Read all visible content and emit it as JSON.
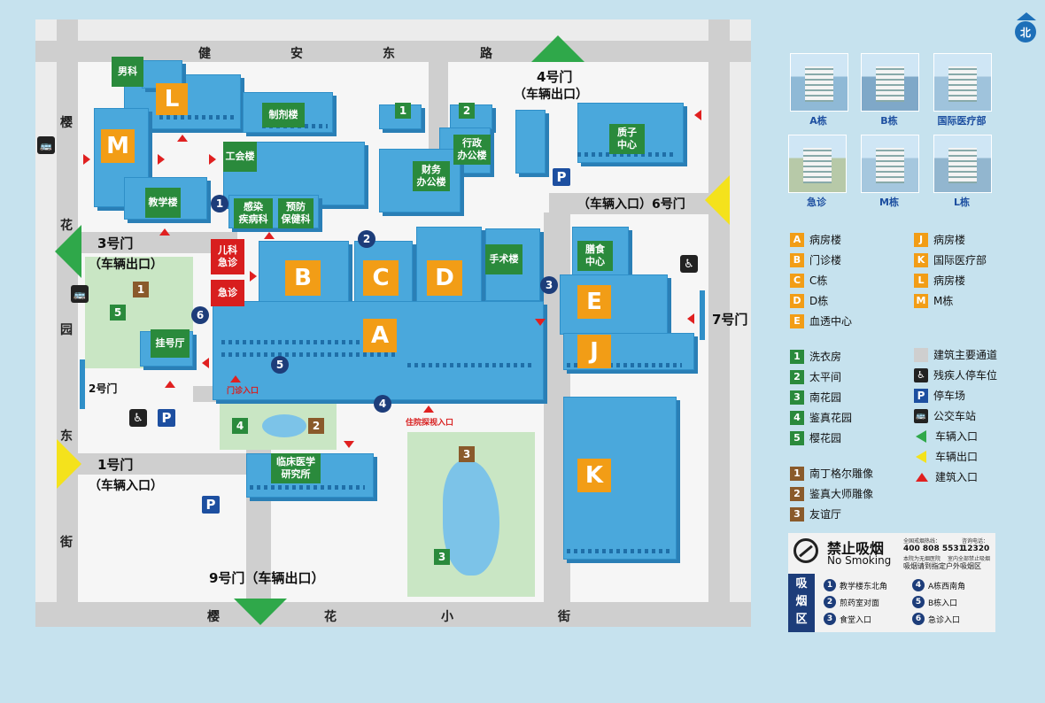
{
  "north": "北",
  "roads": {
    "north": [
      "健",
      "安",
      "东",
      "路"
    ],
    "west": [
      "樱",
      "花",
      "园",
      "东",
      "街"
    ],
    "south": [
      "樱",
      "花",
      "小",
      "街"
    ]
  },
  "gates": {
    "g4": "4号门",
    "g4_sub": "（车辆出口）",
    "g6": "（车辆入口）6号门",
    "g3": "3号门",
    "g3_sub": "（车辆出口）",
    "g7": "7号门",
    "g2": "2号门",
    "g1": "1号门",
    "g1_sub": "（车辆入口）",
    "g9": "9号门（车辆出口）"
  },
  "buildings": {
    "A": "A",
    "B": "B",
    "C": "C",
    "D": "D",
    "E": "E",
    "J": "J",
    "K": "K",
    "L": "L",
    "M": "M",
    "nanke": "男科",
    "zhiji": "制剂楼",
    "gonghui": "工会楼",
    "jiaoxue": "教学楼",
    "ganran": "感染\n疾病科",
    "yufang": "预防\n保健科",
    "xingzheng": "行政\n办公楼",
    "caiwu": "财务\n办公楼",
    "zhizi": "质子\n中心",
    "shoushu": "手术楼",
    "shanshi": "膳食\n中心",
    "erke": "儿科\n急诊",
    "jizhen": "急诊",
    "guahao": "挂号厅",
    "linchuang": "临床医学\n研究所",
    "n1": "1",
    "n2": "2"
  },
  "labels": {
    "menzhen": "门诊入口",
    "zhuyuan": "住院探视入口"
  },
  "photos": [
    {
      "label": "A栋",
      "color": "#8fb9d6"
    },
    {
      "label": "B栋",
      "color": "#7fa8c8"
    },
    {
      "label": "国际医疗部",
      "color": "#9fc3dc"
    },
    {
      "label": "急诊",
      "color": "#b7c9a8"
    },
    {
      "label": "M栋",
      "color": "#a5c7de"
    },
    {
      "label": "L栋",
      "color": "#92b6cf"
    }
  ],
  "legend_left": [
    {
      "k": "A",
      "t": "病房楼"
    },
    {
      "k": "B",
      "t": "门诊楼"
    },
    {
      "k": "C",
      "t": "C栋"
    },
    {
      "k": "D",
      "t": "D栋"
    },
    {
      "k": "E",
      "t": "血透中心"
    }
  ],
  "legend_right": [
    {
      "k": "J",
      "t": "病房楼"
    },
    {
      "k": "K",
      "t": "国际医疗部"
    },
    {
      "k": "L",
      "t": "病房楼"
    },
    {
      "k": "M",
      "t": "M栋"
    }
  ],
  "legend_green": [
    {
      "k": "1",
      "t": "洗衣房"
    },
    {
      "k": "2",
      "t": "太平间"
    },
    {
      "k": "3",
      "t": "南花园"
    },
    {
      "k": "4",
      "t": "鉴真花园"
    },
    {
      "k": "5",
      "t": "樱花园"
    }
  ],
  "legend_brown": [
    {
      "k": "1",
      "t": "南丁格尔雕像"
    },
    {
      "k": "2",
      "t": "鉴真大师雕像"
    },
    {
      "k": "3",
      "t": "友谊厅"
    }
  ],
  "legend_symbols": [
    {
      "t": "建筑主要通道"
    },
    {
      "t": "残疾人停车位"
    },
    {
      "t": "停车场"
    },
    {
      "t": "公交车站"
    },
    {
      "t": "车辆入口"
    },
    {
      "t": "车辆出口"
    },
    {
      "t": "建筑入口"
    }
  ],
  "nosmoke": {
    "title": "禁止吸烟",
    "en": "No Smoking",
    "hotline_label": "全国戒烟热线：",
    "hotline": "400 808 5531",
    "health_label": "咨询电话：",
    "health": "12320",
    "note1": "本院为无烟医院",
    "note2": "室内全部禁止吸烟",
    "note3": "吸烟请到指定户外吸烟区",
    "area": "吸\n烟\n区",
    "spots": [
      {
        "n": "1",
        "t": "教学楼东北角"
      },
      {
        "n": "2",
        "t": "煎药室对面"
      },
      {
        "n": "3",
        "t": "食堂入口"
      },
      {
        "n": "4",
        "t": "A栋西南角"
      },
      {
        "n": "5",
        "t": "B栋入口"
      },
      {
        "n": "6",
        "t": "急诊入口"
      }
    ]
  }
}
